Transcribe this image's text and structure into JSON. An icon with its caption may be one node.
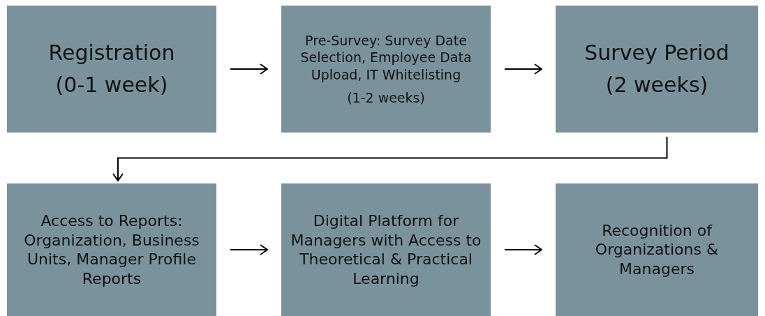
{
  "diagram": {
    "nodes": [
      {
        "text": [
          "Registration",
          "(0-1 week)"
        ]
      },
      {
        "text": [
          "Pre-Survey: Survey Date Selection, Employee Data Upload, IT Whitelisting",
          "(1-2 weeks)"
        ]
      },
      {
        "text": [
          "Survey Period",
          "(2 weeks)"
        ]
      },
      {
        "text": [
          "Access to Reports: Organization, Business Units, Manager Profile Reports"
        ]
      },
      {
        "text": [
          "Digital Platform for Managers with Access to Theoretical & Practical Learning"
        ]
      },
      {
        "text": [
          "Recognition of Organizations & Managers"
        ]
      }
    ],
    "edges": [
      {
        "from": 0,
        "to": 1,
        "arrow": "to"
      },
      {
        "from": 1,
        "to": 2,
        "arrow": "to"
      },
      {
        "from": 2,
        "to": 3,
        "arrow": "to"
      },
      {
        "from": 3,
        "to": 4,
        "arrow": "to"
      },
      {
        "from": 4,
        "to": 5,
        "arrow": "to"
      }
    ]
  }
}
